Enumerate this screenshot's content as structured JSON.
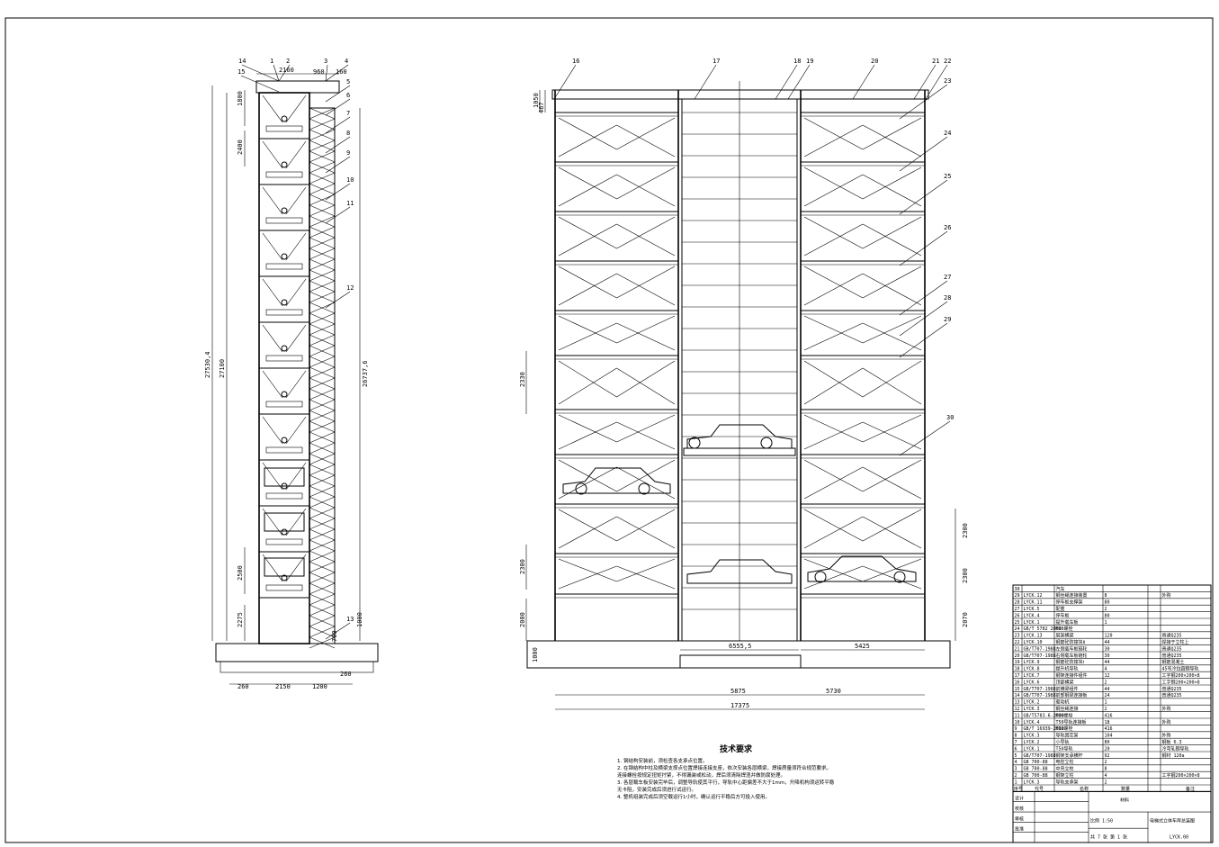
{
  "side_view": {
    "balloons": [
      "14",
      "1",
      "2",
      "3",
      "4",
      "15",
      "5",
      "6",
      "7",
      "8",
      "9",
      "10",
      "11",
      "12",
      "13"
    ],
    "dims": {
      "top_width": "2160",
      "top_right": "960",
      "top_small": "160",
      "upper_pitch": "1800",
      "level_pitch": "2400",
      "overall_height_a": "27530,4",
      "overall_height_b": "27100",
      "overall_height_c": "26737,6",
      "lower_pitch": "2500",
      "bottom_left": "2275",
      "right_1000": "1000",
      "right_700": "700",
      "base_260": "260",
      "base_left": "260",
      "base_mid": "2150",
      "base_right": "1200"
    }
  },
  "front_view": {
    "balloons": [
      "16",
      "17",
      "18",
      "19",
      "20",
      "21",
      "22",
      "23",
      "24",
      "25",
      "26",
      "27",
      "28",
      "29",
      "30"
    ],
    "dims": {
      "top_left_a": "1050",
      "top_left_b": "467",
      "mid_left": "2330",
      "lower_left_a": "2300",
      "lower_left_b": "2000",
      "base_left": "1000",
      "right_upper": "2300",
      "right_mid": "2300",
      "right_lower": "2070",
      "center_width": "6555,5",
      "right_bay": "5425",
      "left_half": "5875",
      "right_half": "5730",
      "overall_width": "17375"
    }
  },
  "notes": {
    "heading": "技术要求",
    "lines": [
      "1. 钢结构安装前，须检查各支承点位置。",
      "2. 在钢结构中柱及横梁支撑点位置焊接连接支座，依次安装各层横梁，焊接质量须符合规范要求。",
      "   连接螺栓按规定扭矩拧紧，不得漏装或松动，焊后须清除焊渣并做防腐处理。",
      "3. 各层载车板安装完毕后，调整导轨使其平行，导轨中心距偏差不大于1mm，升降机构须运转平稳",
      "   无卡阻，安装完成后须进行试运行。",
      "4. 整机组装完成后须空载运行1小时，确认运行平稳后方可投入使用。"
    ]
  },
  "parts_table": {
    "rows": [
      [
        "30",
        "",
        "汽车",
        "",
        "",
        ""
      ],
      [
        "29",
        "LYCK.12",
        "钢丝绳连接装置",
        "8",
        "",
        "外购"
      ],
      [
        "28",
        "LYCK.11",
        "停车板支撑架",
        "80",
        "",
        ""
      ],
      [
        "27",
        "LYCK.5",
        "配重",
        "2",
        "",
        ""
      ],
      [
        "26",
        "LYCK.4",
        "停车板",
        "80",
        "",
        ""
      ],
      [
        "25",
        "LYCK.1",
        "提升载车板",
        "1",
        "",
        ""
      ],
      [
        "24",
        "GB/T 5782 2000",
        "M16螺栓",
        "",
        "",
        ""
      ],
      [
        "23",
        "LYCK.13",
        "层架横梁",
        "120",
        "",
        "普通Q235"
      ],
      [
        "22",
        "LYCK.10",
        "钢筋砼防撞块Ⅱ",
        "44",
        "",
        "焊接于立柱上"
      ],
      [
        "21",
        "GB/T707-1988",
        "左侧载车板链轮",
        "30",
        "",
        "普通Q235"
      ],
      [
        "20",
        "GB/T707-1988",
        "右侧载车板链轮",
        "30",
        "",
        "普通Q235"
      ],
      [
        "19",
        "LYCK.9",
        "钢筋砼防撞块Ⅰ",
        "44",
        "",
        "钢筋混凝土"
      ],
      [
        "18",
        "LYCK.8",
        "提升机导轨",
        "4",
        "",
        "45号冷拉圆钢导轨"
      ],
      [
        "17",
        "LYCK.7",
        "钢架连接件组件",
        "12",
        "",
        "工字钢200×200×8"
      ],
      [
        "16",
        "LYCK.6",
        "顶部横梁",
        "2",
        "",
        "工字钢200×200×8"
      ],
      [
        "15",
        "GB/T707-1988",
        "前横梁组件",
        "44",
        "",
        "普通Q235"
      ],
      [
        "14",
        "GB/T707-1988",
        "前部钢梁连接板",
        "24",
        "",
        "普通Q235"
      ],
      [
        "13",
        "LYCK.2",
        "驱动机",
        "1",
        "",
        ""
      ],
      [
        "12",
        "LYCK.3",
        "钢丝绳连接",
        "2",
        "",
        "外购"
      ],
      [
        "11",
        "GB/T5783.6-2000",
        "M16螺栓",
        "416",
        "",
        ""
      ],
      [
        "10",
        "LYCK.4",
        "T50导轨连接板",
        "18",
        "",
        "外购"
      ],
      [
        "9",
        "GB/T 16939-2000",
        "M12螺栓",
        "416",
        "",
        ""
      ],
      [
        "8",
        "LYCK.3",
        "导轨固定架",
        "104",
        "",
        "外购"
      ],
      [
        "7",
        "LYCK.2",
        "小导轨",
        "80",
        "",
        "钢板 6.3"
      ],
      [
        "6",
        "LYCK.1",
        "T50导轨",
        "20",
        "",
        "冷弯轧钢导轨"
      ],
      [
        "5",
        "GB/T707-1988",
        "钢架支承横杆",
        "92",
        "",
        "钢材 120a"
      ],
      [
        "4",
        "GB 700-88",
        "电控立柱",
        "2",
        "",
        ""
      ],
      [
        "3",
        "GB 700-88",
        "中央立柱",
        "8",
        "",
        ""
      ],
      [
        "2",
        "GB 700-88",
        "钢架立柱",
        "4",
        "",
        "工字钢200×200×8"
      ],
      [
        "1",
        "LYCK.3",
        "导轨支承架",
        "2",
        "",
        ""
      ]
    ],
    "header": [
      "序号",
      "代号",
      "名称",
      "数量",
      "备注"
    ],
    "title_block": {
      "design": "设计",
      "check": "校核",
      "review": "审核",
      "approve": "批准",
      "scale_label": "比例",
      "scale_value": "1:50",
      "drawing_name": "电梯式立体车库总装图",
      "drawing_no": "LYCK.00",
      "sheet_info": "共 7 张 第 1 张",
      "material": "材料"
    }
  }
}
